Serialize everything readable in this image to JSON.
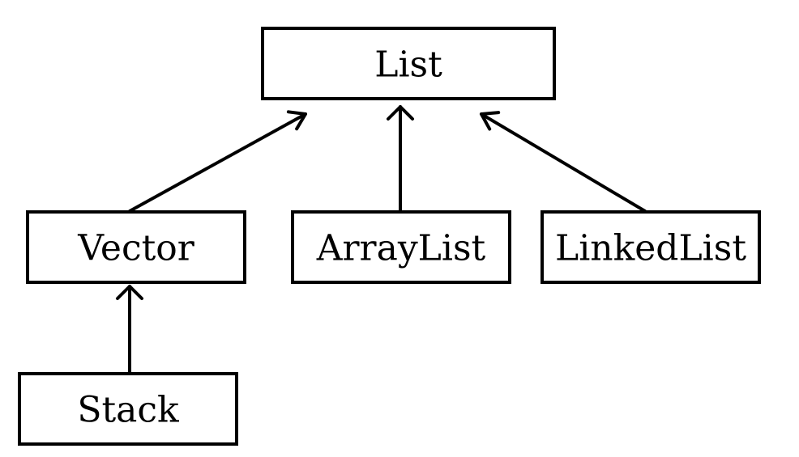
{
  "diagram": {
    "nodes": {
      "list": "List",
      "vector": "Vector",
      "arraylist": "ArrayList",
      "linkedlist": "LinkedList",
      "stack": "Stack"
    },
    "edges": [
      {
        "from": "vector",
        "to": "list"
      },
      {
        "from": "arraylist",
        "to": "list"
      },
      {
        "from": "linkedlist",
        "to": "list"
      },
      {
        "from": "stack",
        "to": "vector"
      }
    ]
  }
}
